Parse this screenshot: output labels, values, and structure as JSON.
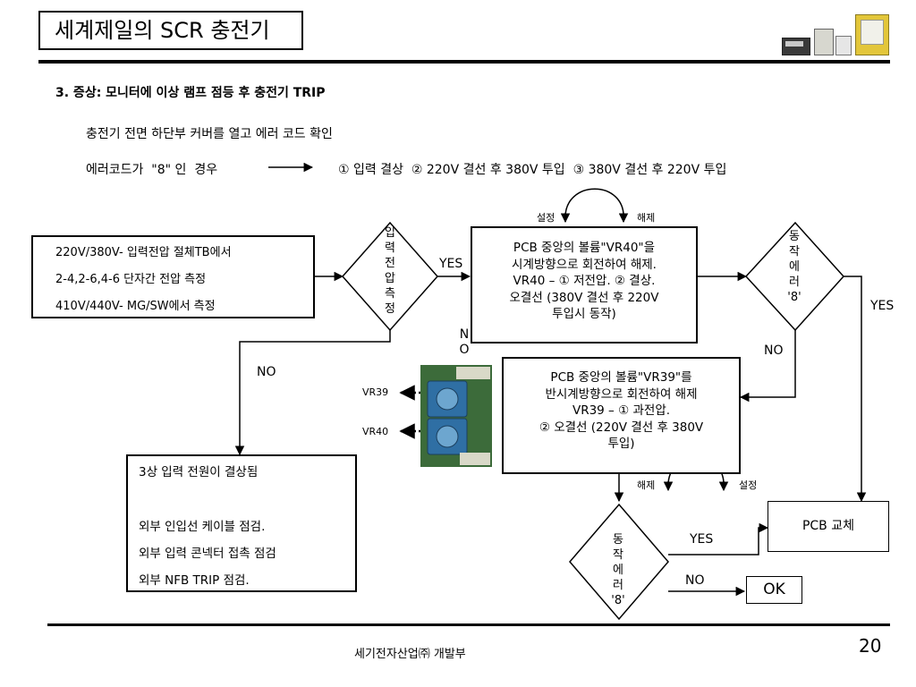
{
  "title": "세계제일의 SCR 충전기",
  "heading": "3. 증상: 모니터에 이상 램프 점등 후 충전기 TRIP",
  "instruction": "충전기 전면 하단부 커버를 열고 에러 코드 확인",
  "error_code_label": "에러코드가  \"8\" 인  경우",
  "error_causes": "① 입력 결상  ② 220V 결선 후 380V 투입  ③ 380V 결선 후 220V 투입",
  "input_box": {
    "lines": [
      "220V/380V- 입력전압 절체TB에서",
      "2-4,2-6,4-6 단자간 전압 측정",
      "410V/440V- MG/SW에서 측정"
    ]
  },
  "decision_measure": [
    "입",
    "력",
    "전",
    "압",
    "측",
    "정"
  ],
  "vr40_box": {
    "lines": [
      "PCB 중앙의 볼륨\"VR40\"을",
      "시계방향으로 회전하여 해제.",
      "VR40 – ① 저전압. ② 결상.",
      "오결선 (380V 결선 후 220V",
      "투입시 동작)"
    ]
  },
  "vr39_box": {
    "lines": [
      "PCB 중앙의 볼륨\"VR39\"를",
      "반시계방향으로 회전하여 해제",
      "VR39 – ① 과전압.",
      "② 오결선 (220V 결선 후 380V",
      "투입)"
    ]
  },
  "decision_error1": [
    "동",
    "작",
    "에",
    "러",
    "'8'"
  ],
  "decision_error2": [
    "동",
    "작",
    "에",
    "러",
    "'8'"
  ],
  "phase_box": {
    "lines": [
      "3상 입력 전원이 결상됨",
      "",
      "외부 인입선 케이블 점검.",
      "외부 입력 콘넥터 접촉 점검",
      "외부 NFB TRIP 점검."
    ]
  },
  "labels": {
    "yes": "YES",
    "no": "NO",
    "no_vertical": [
      "N",
      "O"
    ],
    "set": "설정",
    "release": "해제",
    "vr39": "VR39",
    "vr40": "VR40"
  },
  "pcb_replace": "PCB 교체",
  "ok": "OK",
  "footer": "세기전자산업㈜ 개발부",
  "page_number": "20"
}
